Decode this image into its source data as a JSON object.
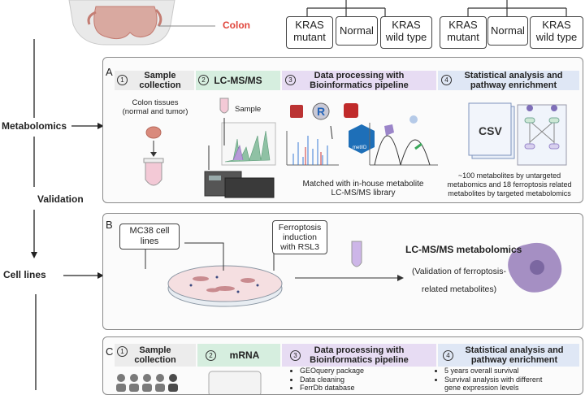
{
  "colon_label": "Colon",
  "top_groups": [
    [
      "KRAS\nmutant",
      "Normal",
      "KRAS\nwild type"
    ],
    [
      "KRAS\nmutant",
      "Normal",
      "KRAS\nwild type"
    ]
  ],
  "left_flow": {
    "metabolomics": "Metabolomics",
    "validation": "Validation",
    "cell_lines": "Cell lines"
  },
  "panel_a": {
    "letter": "A",
    "steps": [
      {
        "num": "1",
        "title": "Sample\ncollection"
      },
      {
        "num": "2",
        "title": "LC-MS/MS"
      },
      {
        "num": "3",
        "title": "Data processing with\nBioinformatics pipeline"
      },
      {
        "num": "4",
        "title": "Statistical analysis and\npathway enrichment"
      }
    ],
    "tissue_label": "Colon tissues\n(normal and tumor)",
    "sample_label": "Sample",
    "library_label": "Matched with in-house metabolite\nLC-MS/MS library",
    "metlin_label": "metlID",
    "csv_label": "CSV",
    "result_text": "~100 metabolites by untargeted\nmetabomics and 18 ferroptosis related\nmetabolites by targeted metabolomics"
  },
  "panel_b": {
    "letter": "B",
    "mc38_label": "MC38 cell\nlines",
    "ferroptosis_label": "Ferroptosis\ninduction\nwith RSL3",
    "result_title": "LC-MS/MS metabolomics",
    "result_sub": "(Validation of ferroptosis-\nrelated metabolites)"
  },
  "panel_c": {
    "letter": "C",
    "steps": [
      {
        "num": "1",
        "title": "Sample\ncollection"
      },
      {
        "num": "2",
        "title": "mRNA"
      },
      {
        "num": "3",
        "title": "Data processing with\nBioinformatics pipeline"
      },
      {
        "num": "4",
        "title": "Statistical analysis and\npathway enrichment"
      }
    ],
    "processing_bullets": [
      "GEOquery package",
      "Data cleaning",
      "FerrDb database"
    ],
    "stats_bullets": [
      "5 years overall survival",
      "Survival analysis with different",
      "gene expression levels"
    ]
  },
  "colors": {
    "colon": "#e0443a",
    "header_green": "#d6eedf",
    "header_purple": "#e7dcf3",
    "header_blue": "#dfe7f5",
    "header_gray": "#ececec"
  }
}
